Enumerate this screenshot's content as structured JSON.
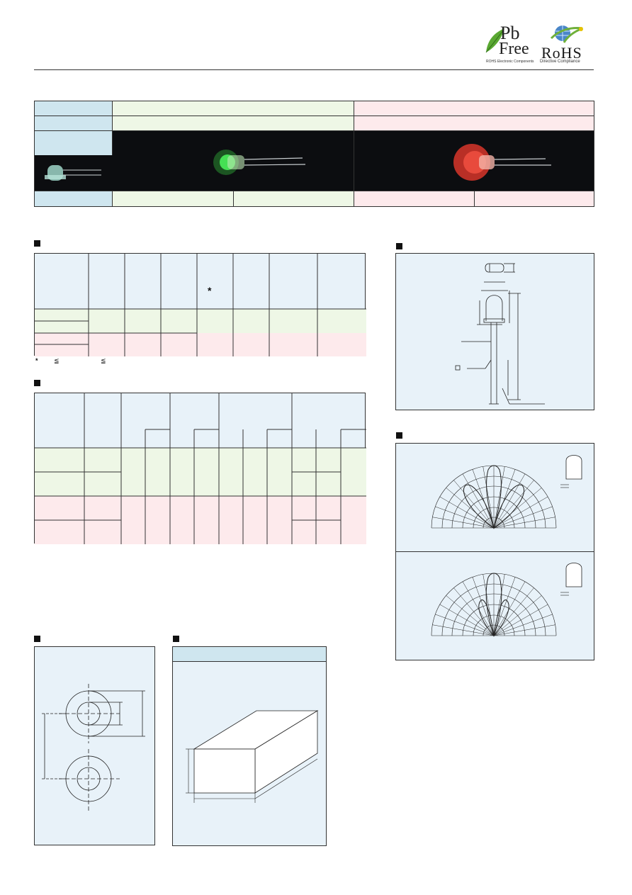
{
  "logos": {
    "pb_top": "Pb",
    "pb_bottom": "Free",
    "pb_caption": "ROHS Electronic Components",
    "rohs_text": "RoHS",
    "rohs_caption": "Directive Compliance"
  },
  "symbols": {
    "asterisk": "*",
    "le_1": "≦",
    "le_2": "≦"
  },
  "colors": {
    "header_blue": "#cfe6ef",
    "panel_blue": "#e8f2f9",
    "green_row": "#eef7e6",
    "pink_row": "#fdeaec"
  }
}
